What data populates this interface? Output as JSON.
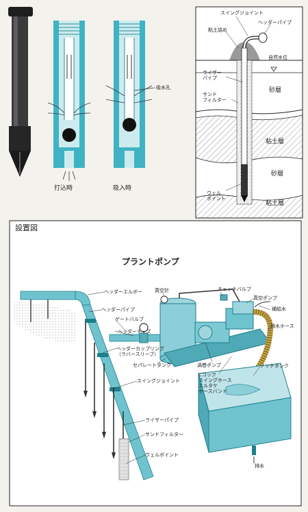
{
  "top": {
    "caption_drive": "打込時",
    "caption_suction": "吸入時",
    "label_drain_hole": "吸水孔"
  },
  "section": {
    "swing_joint": "スイングジョイント",
    "header_pipe": "ヘッダーパイプ",
    "clay_seal": "粘土詰め",
    "water_level": "自然水位",
    "riser_pipe": "ライザー\nパイプ",
    "sand_filter": "サンド\nフィルター",
    "sand_layer_1": "砂層",
    "clay_layer_1": "粘土層",
    "sand_layer_2": "砂層",
    "well_point": "ウェル\nポイント",
    "clay_layer_2": "粘土層"
  },
  "install": {
    "heading": "設置図",
    "plant_title": "プラントポンプ",
    "labels": {
      "header_elbow": "ヘッダーエルボー",
      "vacuum_gauge": "真空計",
      "check_valve": "チャッキバルブ",
      "vacuum_pump": "真空ポンプ",
      "water_supply": "補給水",
      "discharge_hose": "排水ホース",
      "header_pipe": "ヘッダーパイプ",
      "gate_valve": "ゲートバルブ",
      "header_tee": "ヘッダーチーズ",
      "header_coupling": "ヘッダーカップリング\n（ラバースリーブ）",
      "separate_tank": "セパレートタンク",
      "volute_pump": "渦巻ポンプ",
      "c_cock": "Cコック\nスイングホース\nエルタケ\nホースバンド",
      "notch_tank": "ノッチタンク",
      "swing_joint": "スイングジョイント",
      "riser_pipe": "ライザーパイプ",
      "sand_filter": "サンドフィルター",
      "well_point": "ウェルポイント",
      "drainage": "排水"
    }
  }
}
